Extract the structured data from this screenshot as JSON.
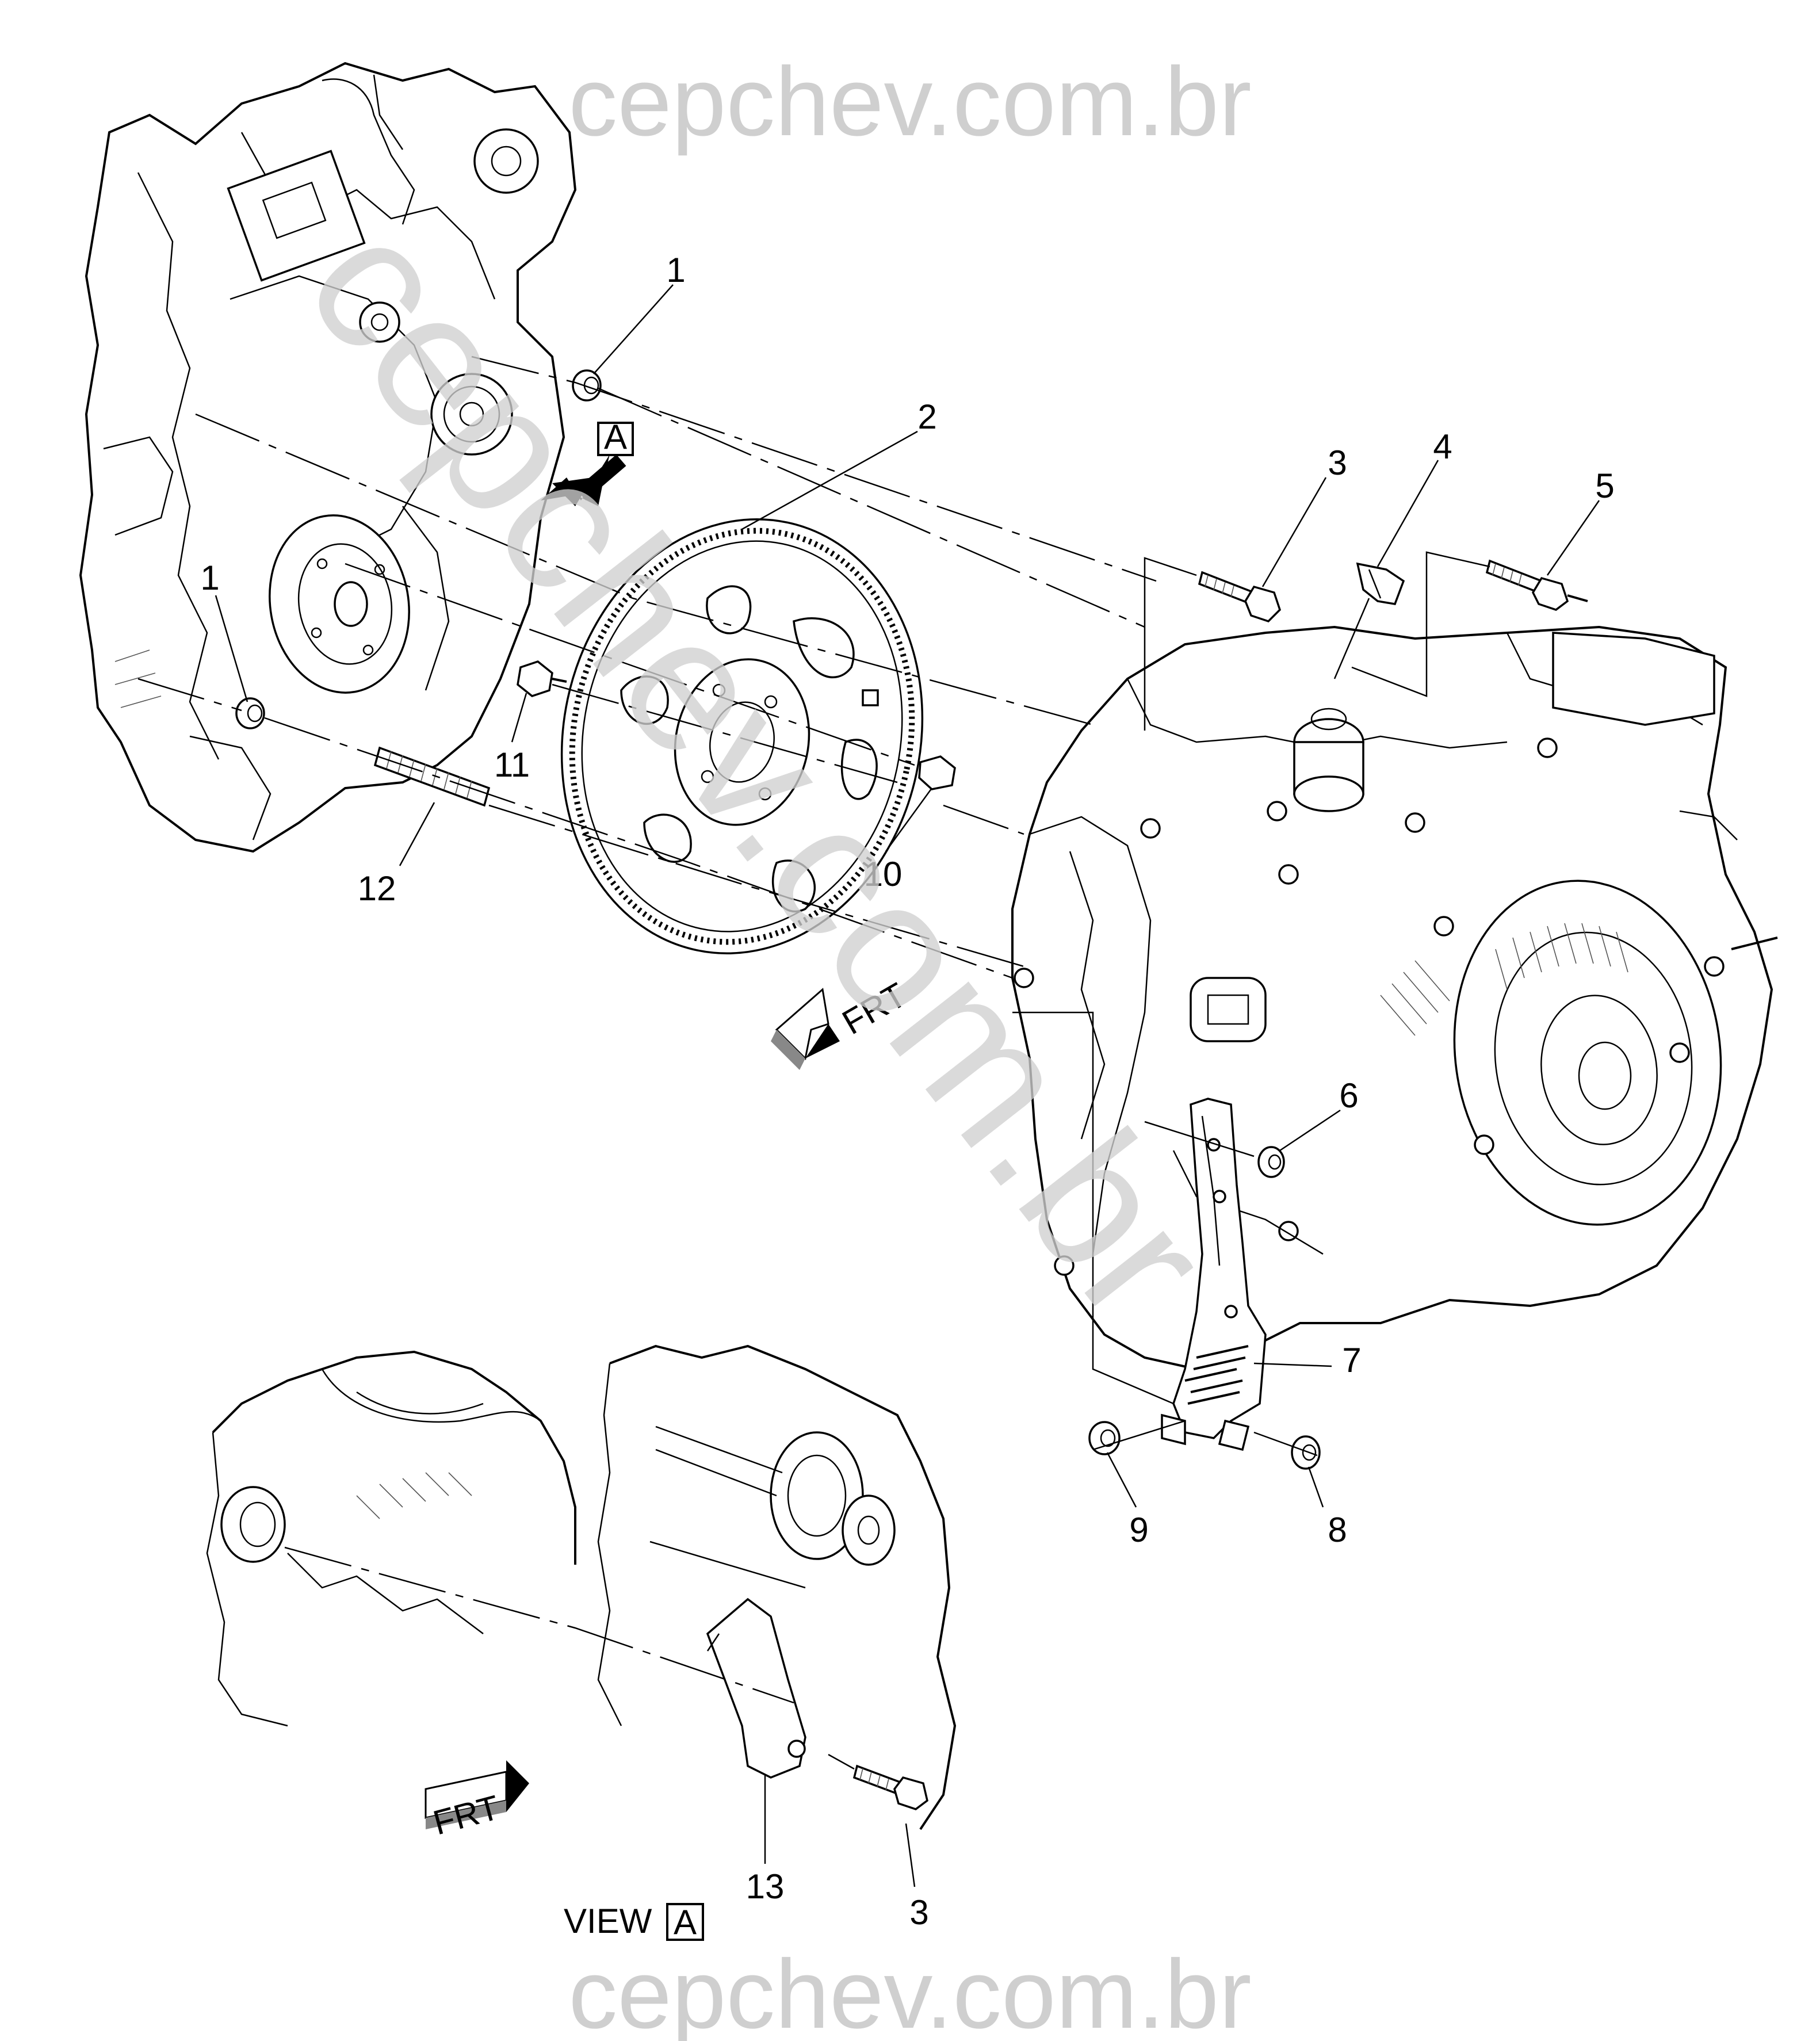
{
  "watermark": {
    "top": "cepchev.com.br",
    "diagonal": "cepchev.com.br",
    "bottom": "cepchev.com.br"
  },
  "view_label": {
    "text": "VIEW",
    "letter": "A"
  },
  "view_arrow_label": "A",
  "direction_labels": {
    "main": "FRT",
    "inset": "FRT"
  },
  "callouts": [
    "1",
    "2",
    "3",
    "4",
    "5",
    "1",
    "11",
    "12",
    "10",
    "6",
    "7",
    "9",
    "8",
    "13",
    "3"
  ],
  "colors": {
    "line": "#000000",
    "watermark": "#cfcfcf",
    "background": "#ffffff"
  }
}
